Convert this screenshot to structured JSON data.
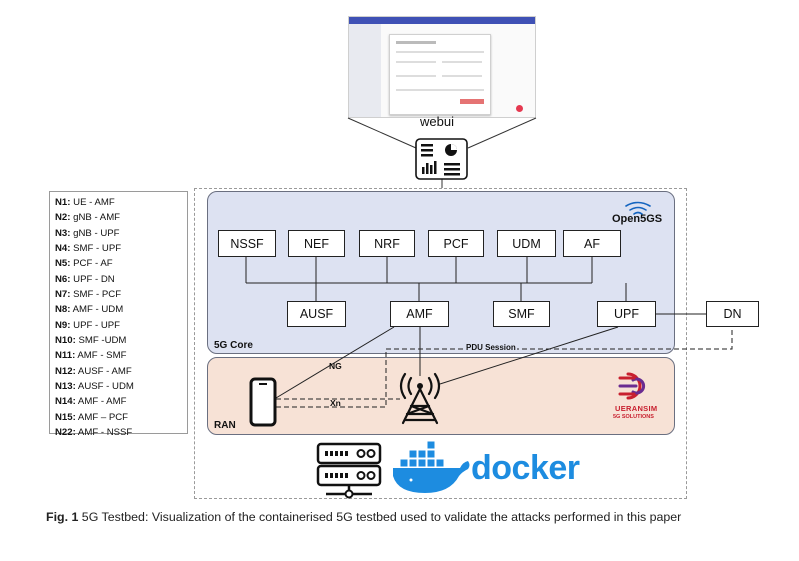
{
  "webui": {
    "label": "webui"
  },
  "legend": {
    "items": [
      {
        "key": "N1:",
        "text": " UE - AMF"
      },
      {
        "key": "N2:",
        "text": " gNB - AMF"
      },
      {
        "key": "N3:",
        "text": " gNB - UPF"
      },
      {
        "key": "N4:",
        "text": " SMF - UPF"
      },
      {
        "key": "N5:",
        "text": " PCF - AF"
      },
      {
        "key": "N6:",
        "text": " UPF - DN"
      },
      {
        "key": "N7:",
        "text": " SMF - PCF"
      },
      {
        "key": "N8:",
        "text": " AMF - UDM"
      },
      {
        "key": "N9:",
        "text": " UPF - UPF"
      },
      {
        "key": "N10:",
        "text": " SMF -UDM"
      },
      {
        "key": "N11:",
        "text": " AMF - SMF"
      },
      {
        "key": "N12:",
        "text": " AUSF - AMF"
      },
      {
        "key": "N13:",
        "text": " AUSF - UDM"
      },
      {
        "key": "N14:",
        "text": " AMF - AMF"
      },
      {
        "key": "N15:",
        "text": " AMF – PCF"
      },
      {
        "key": "N22:",
        "text": " AMF - NSSF"
      }
    ]
  },
  "core": {
    "label": "5G Core",
    "logo_text": "Open5GS",
    "top_row": [
      "NSSF",
      "NEF",
      "NRF",
      "PCF",
      "UDM",
      "AF"
    ],
    "ausf": "AUSF",
    "amf": "AMF",
    "smf": "SMF",
    "upf": "UPF"
  },
  "dn": "DN",
  "links": {
    "ng": "NG",
    "xn": "Xn",
    "pdu": "PDU Session"
  },
  "ran": {
    "label": "RAN",
    "logo_line1": "UERANSIM",
    "logo_line2": "5G SOLUTIONS"
  },
  "docker": {
    "word": "docker"
  },
  "caption": {
    "fig": "Fig. 1",
    "text": "  5G Testbed: Visualization of the containerised 5G testbed used to validate the attacks performed in this paper"
  },
  "colors": {
    "core_bg": "#dde2f2",
    "ran_bg": "#f7e2d6",
    "docker_blue": "#1d8ce0",
    "ueransim_red": "#c8202f",
    "open5gs_blue": "#1565c0"
  }
}
